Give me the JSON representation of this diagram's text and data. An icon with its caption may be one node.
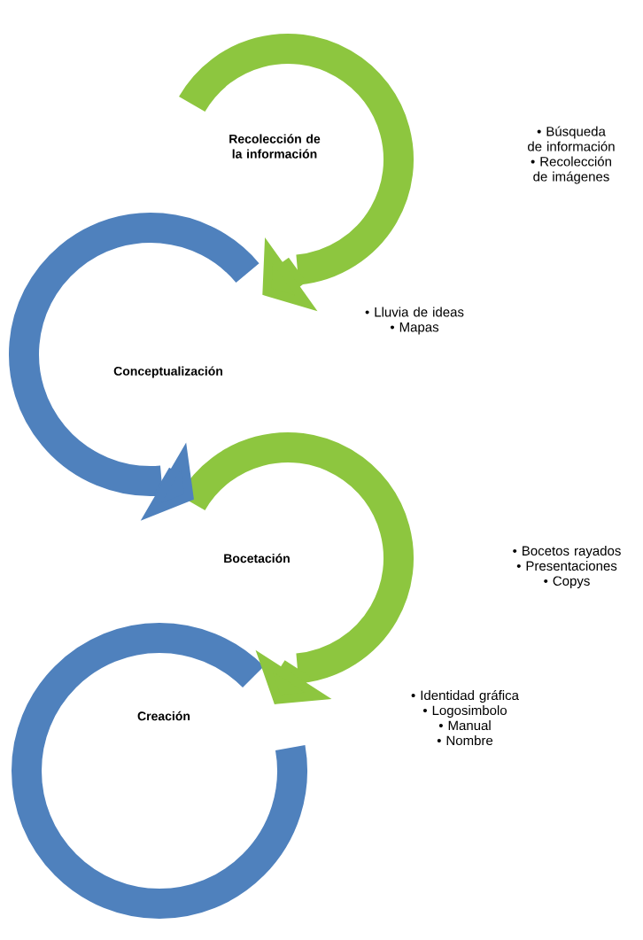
{
  "diagram": {
    "nodes": [
      {
        "text": [
          "Recolección de la información"
        ],
        "beside": [
          "• Búsqueda de información",
          "• Recolección de imágenes"
        ]
      },
      {
        "text": [
          "Conceptualización"
        ],
        "beside": [
          "• Lluvia de ideas",
          "• Mapas"
        ]
      },
      {
        "text": [
          "Bocetación"
        ],
        "beside": [
          "• Bocetos rayados",
          "• Presentaciones",
          "• Copys"
        ]
      },
      {
        "text": [
          "Creación"
        ],
        "beside": [
          "• Identidad gráfica",
          "• Logosimbolo",
          "• Manual",
          "• Nombre"
        ]
      }
    ],
    "edges": [
      {
        "from": 0,
        "to": 1,
        "arrow": "to"
      },
      {
        "from": 1,
        "to": 2,
        "arrow": "to",
        "color": "#4f81bd"
      },
      {
        "from": 2,
        "to": 3,
        "arrow": "to"
      }
    ]
  }
}
